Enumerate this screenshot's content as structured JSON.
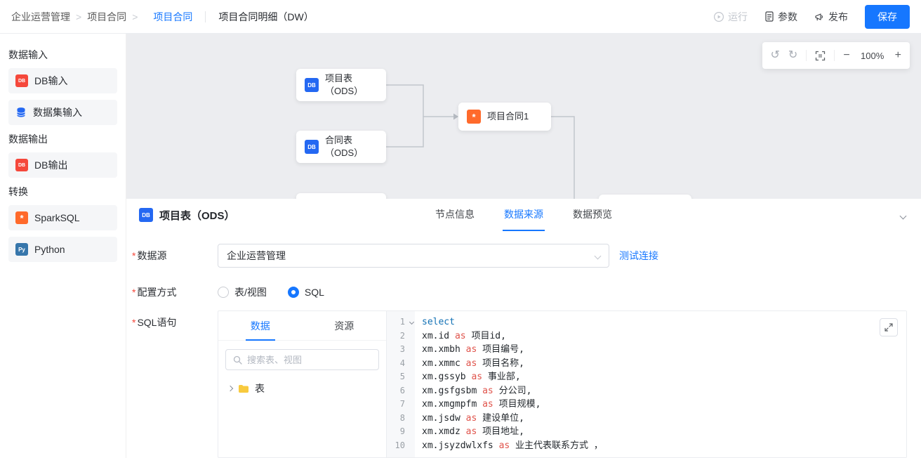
{
  "icons": {
    "db": "DB",
    "spark": "*",
    "python": "Py"
  },
  "header": {
    "breadcrumb": [
      {
        "label": "企业运营管理"
      },
      {
        "label": "项目合同"
      },
      {
        "label": "项目合同"
      }
    ],
    "title": "项目合同明细（DW）",
    "actions": {
      "run": "运行",
      "params": "参数",
      "publish": "发布",
      "save": "保存"
    }
  },
  "sidebar": {
    "sections": [
      {
        "title": "数据输入",
        "items": [
          {
            "label": "DB输入"
          },
          {
            "label": "数据集输入"
          }
        ]
      },
      {
        "title": "数据输出",
        "items": [
          {
            "label": "DB输出"
          }
        ]
      },
      {
        "title": "转换",
        "items": [
          {
            "label": "SparkSQL"
          },
          {
            "label": "Python"
          }
        ]
      }
    ]
  },
  "canvas": {
    "zoom": "100%",
    "nodes": [
      {
        "label": "项目表",
        "sub": "（ODS）"
      },
      {
        "label": "合同表",
        "sub": "（ODS）"
      },
      {
        "label": "项目合同1"
      }
    ]
  },
  "panel": {
    "title": "项目表（ODS）",
    "tabs": [
      {
        "label": "节点信息"
      },
      {
        "label": "数据来源"
      },
      {
        "label": "数据预览"
      }
    ],
    "active_tab": "数据来源",
    "form": {
      "datasource_label": "数据源",
      "datasource_value": "企业运营管理",
      "test_connection_label": "测试连接",
      "config_label": "配置方式",
      "radio_table_view": "表/视图",
      "radio_sql": "SQL",
      "sql_label": "SQL语句",
      "browser_tabs": [
        {
          "label": "数据"
        },
        {
          "label": "资源"
        }
      ],
      "search_placeholder": "搜索表、视图",
      "tree_root_label": "表"
    },
    "sql": {
      "lines": [
        "select",
        "xm.id as 项目id,",
        "xm.xmbh as 项目编号,",
        "xm.xmmc as 项目名称,",
        "xm.gssyb as 事业部,",
        "xm.gsfgsbm as 分公司,",
        "xm.xmgmpfm as 项目规模,",
        "xm.jsdw as 建设单位,",
        "xm.xmdz as 项目地址,",
        "xm.jsyzdwlxfs as 业主代表联系方式 ，"
      ]
    }
  }
}
